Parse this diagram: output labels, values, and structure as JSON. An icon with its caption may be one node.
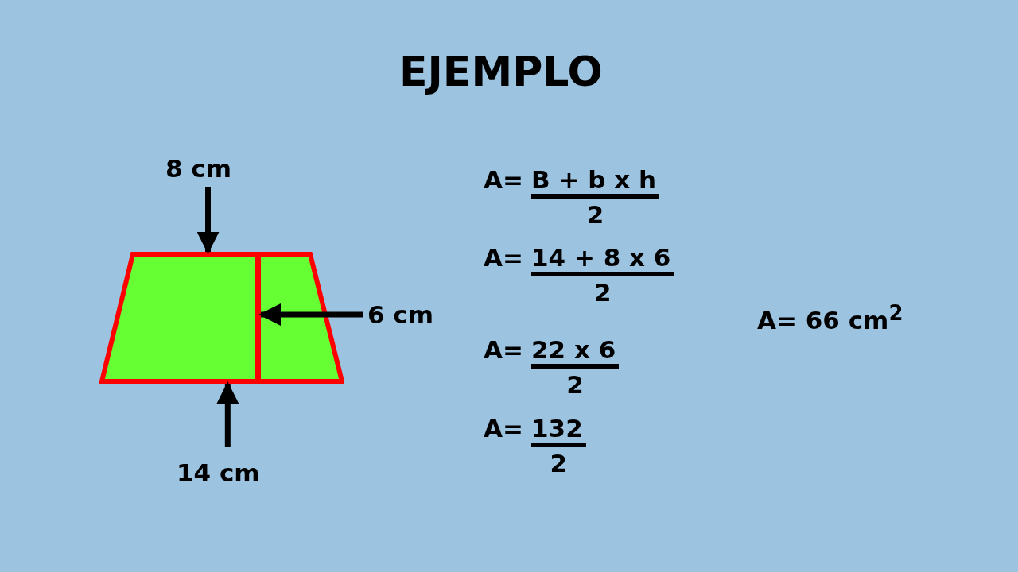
{
  "diagram": {
    "title": "EJEMPLO",
    "nodes": [
      {
        "text": [],
        "shape": "trapezoid"
      },
      {
        "text": [],
        "shape": "line",
        "in": 0
      },
      {
        "text": [
          "8 cm"
        ]
      },
      {
        "text": [
          "6 cm"
        ]
      },
      {
        "text": [
          "14 cm"
        ]
      }
    ],
    "edges": [
      {
        "from": 2,
        "to": 0,
        "arrow": "to"
      },
      {
        "from": 3,
        "to": 1,
        "arrow": "to"
      },
      {
        "from": 4,
        "to": 0,
        "arrow": "to"
      }
    ],
    "labels": [
      "A=",
      "B + b x h",
      "2",
      "A=",
      "14 + 8 x 6",
      "2",
      "A=",
      "22 x 6",
      "2",
      "A=",
      "132",
      "2",
      "A= 66 cm$^{2}$"
    ]
  }
}
